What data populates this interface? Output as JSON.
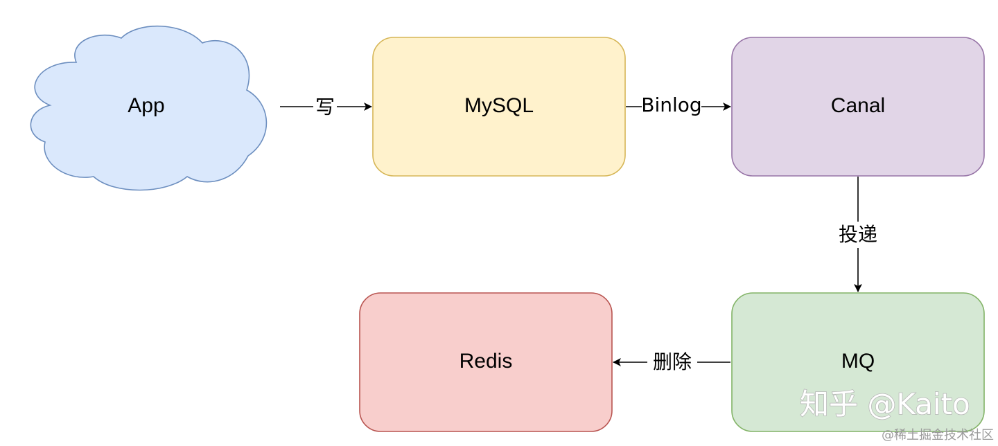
{
  "nodes": {
    "app": {
      "label": "App",
      "fill": "#dae8fc",
      "stroke": "#6c8ebf"
    },
    "mysql": {
      "label": "MySQL",
      "fill": "#fff2cc",
      "stroke": "#d6b656"
    },
    "canal": {
      "label": "Canal",
      "fill": "#e1d5e7",
      "stroke": "#9673a6"
    },
    "mq": {
      "label": "MQ",
      "fill": "#d5e8d4",
      "stroke": "#82b366"
    },
    "redis": {
      "label": "Redis",
      "fill": "#f8cecc",
      "stroke": "#b85450"
    }
  },
  "edges": {
    "app_to_mysql": {
      "label": "写"
    },
    "mysql_to_canal": {
      "label": "Binlog"
    },
    "canal_to_mq": {
      "label": "投递"
    },
    "mq_to_redis": {
      "label": "删除"
    }
  },
  "watermark": {
    "main": "知乎 @Kaito",
    "sub": "@稀土掘金技术社区"
  }
}
